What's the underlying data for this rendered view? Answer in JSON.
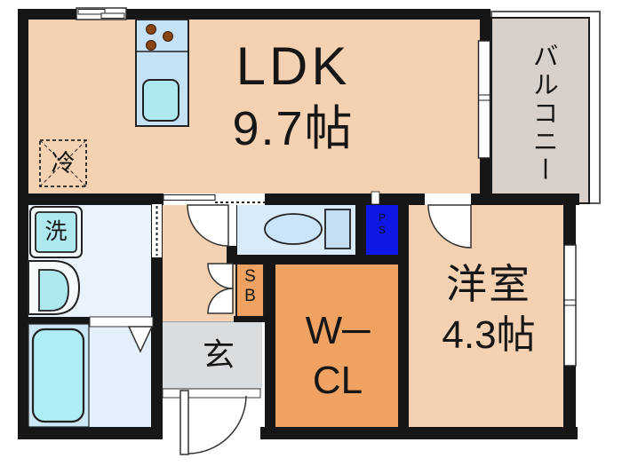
{
  "plan": {
    "rooms": {
      "ldk": {
        "name": "LDK",
        "size": "9.7帖"
      },
      "balcony": {
        "name": "バルコニー"
      },
      "western_room": {
        "name": "洋室",
        "size": "4.3帖"
      },
      "walk_in_closet": {
        "line1": "W─",
        "line2": "CL"
      },
      "entrance": {
        "name": "玄"
      }
    },
    "fixtures": {
      "refrigerator": {
        "label": "冷"
      },
      "washing_machine": {
        "label": "洗"
      },
      "shoe_box": {
        "label": "SB"
      },
      "pipe_space": {
        "label": "PS"
      }
    },
    "colors": {
      "wall_black": "#161616",
      "room_peach": "#F4D1B0",
      "closet_orange": "#F0A262",
      "balcony_taupe": "#D8D1CB",
      "entrance_grey": "#DADDDF",
      "floor_blue": "#EAF3FB",
      "bath_blue": "#E3EFF9",
      "toilet_blue": "#D9EAF8",
      "kitchen_blue": "#C5E1F6",
      "fixture_cyan": "#AEE9F0",
      "tub_cyan": "#AFEDF4",
      "pipe_space_blue": "#0F17E6",
      "burner_brown": "#8A4412"
    }
  }
}
